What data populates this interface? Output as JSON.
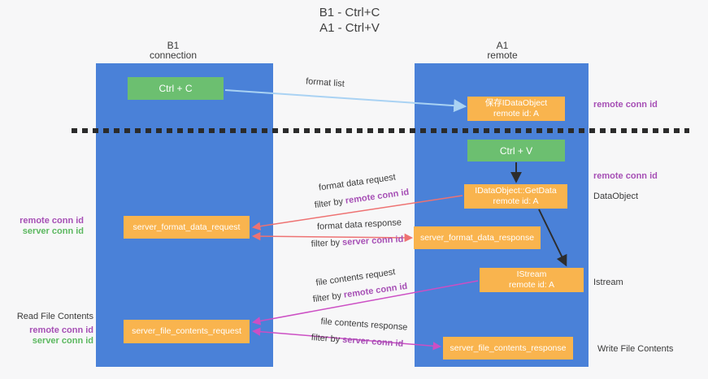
{
  "title": {
    "line1": "B1 - Ctrl+C",
    "line2": "A1 - Ctrl+V"
  },
  "lanes": {
    "left": {
      "name": "B1",
      "role": "connection"
    },
    "right": {
      "name": "A1",
      "role": "remote"
    }
  },
  "nodes": {
    "ctrl_c": {
      "label": "Ctrl + C"
    },
    "ctrl_v": {
      "label": "Ctrl + V"
    },
    "save_dataobject": {
      "line1": "保存IDataObject",
      "line2": "remote id: A"
    },
    "getdata": {
      "line1": "IDataObject::GetData",
      "line2": "remote id: A"
    },
    "istream": {
      "line1": "IStream",
      "line2": "remote id: A"
    },
    "server_format_data_request": {
      "label": "server_format_data_request"
    },
    "server_format_data_response": {
      "label": "server_format_data_response"
    },
    "server_file_contents_request": {
      "label": "server_file_contents_request"
    },
    "server_file_contents_response": {
      "label": "server_file_contents_response"
    }
  },
  "edge_labels": {
    "format_list": "format list",
    "format_data_request": "format data request",
    "format_data_response": "format data response",
    "file_contents_request": "file contents request",
    "file_contents_response": "file contents response",
    "filter_by": "filter by",
    "remote_conn_id": "remote conn id",
    "server_conn_id": "server conn id"
  },
  "side_labels": {
    "remote_conn_id": "remote conn id",
    "server_conn_id": "server conn id",
    "dataobject": "DataObject",
    "istream": "Istream",
    "read_file_contents": "Read File Contents",
    "write_file_contents": "Write File Contents"
  },
  "colors": {
    "lane_blue": "#4a81d8",
    "node_green": "#6cbf70",
    "node_orange": "#f9b44e",
    "purple_text": "#a64fb5",
    "green_text": "#5cb860",
    "arrow_salmon": "#ee7272",
    "arrow_magenta": "#cc4fc4",
    "arrow_lightblue": "#a9d2f3",
    "arrow_black": "#2d2d2d",
    "dashed_line": "#2b2b2b"
  }
}
